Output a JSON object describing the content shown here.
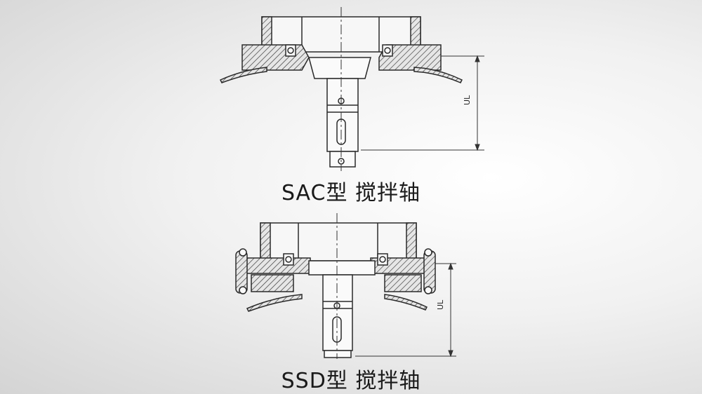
{
  "diagrams": [
    {
      "caption": "SAC型 搅拌轴",
      "dimension_label": "UL"
    },
    {
      "caption": "SSD型 搅拌轴",
      "dimension_label": "UL"
    }
  ]
}
